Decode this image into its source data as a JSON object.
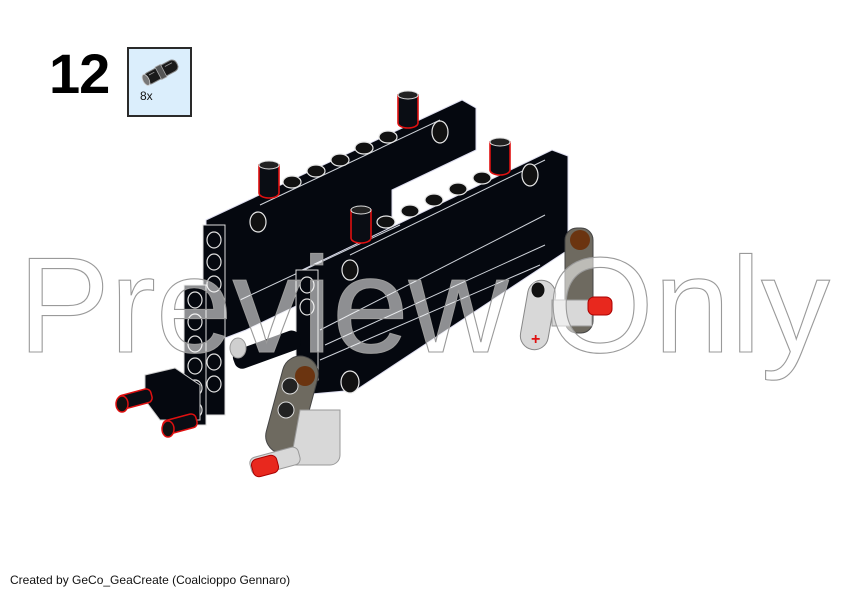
{
  "page": {
    "step_number": "12",
    "parts_list": {
      "items": [
        {
          "icon": "connector-pin-icon",
          "quantity": "8x",
          "part_color": "#1a1a1a"
        }
      ],
      "background": "#dbeefc"
    },
    "watermark": "Preview Only",
    "credit": "Created by GeCo_GeaCreate (Coalcioppo Gennaro)",
    "colors": {
      "beam_black": "#05080f",
      "highlight_red": "#e01010",
      "pin_red": "#e8281e",
      "gray_liftarm": "#6e6a60",
      "light_gray": "#d8d8d8",
      "brown_pin": "#6b3410"
    }
  }
}
